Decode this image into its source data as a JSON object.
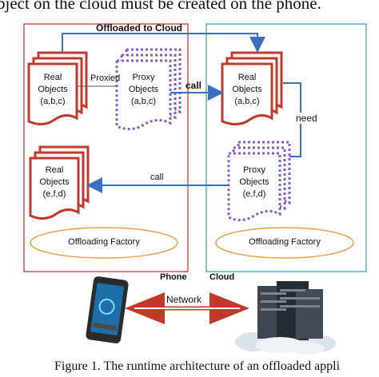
{
  "top_caption": "bject on the cloud must be created on the phone.",
  "figure_caption": "Figure 1. The runtime architecture of an offloaded appli",
  "diagram": {
    "offloaded_label": "Offloaded to Cloud",
    "proxied_label": "Proxied",
    "call_label_1": "call",
    "call_label_2": "call",
    "need_label": "need",
    "phone": {
      "label": "Phone",
      "real_objects_1": {
        "line1": "Real",
        "line2": "Objects",
        "line3": "(a,b,c)"
      },
      "proxy_objects_1": {
        "line1": "Proxy",
        "line2": "Objects",
        "line3": "(a,b,c)"
      },
      "real_objects_2": {
        "line1": "Real",
        "line2": "Objects",
        "line3": "(e,f,d)"
      },
      "factory_label": "Offloading Factory"
    },
    "cloud": {
      "label": "Cloud",
      "real_objects": {
        "line1": "Real",
        "line2": "Objects",
        "line3": "(a,b,c)"
      },
      "proxy_objects": {
        "line1": "Proxy",
        "line2": "Objects",
        "line3": "(e,f,d)"
      },
      "factory_label": "Offloading Factory"
    },
    "network_label": "Network"
  },
  "colors": {
    "real_border": "#c0392b",
    "proxy_border": "#8a5cc0",
    "phone_box": "#d9534f",
    "cloud_box": "#4db6c6",
    "arrow_blue": "#3a6fbf",
    "factory_oval": "#e8a046",
    "network_arrow": "#c0392b"
  }
}
